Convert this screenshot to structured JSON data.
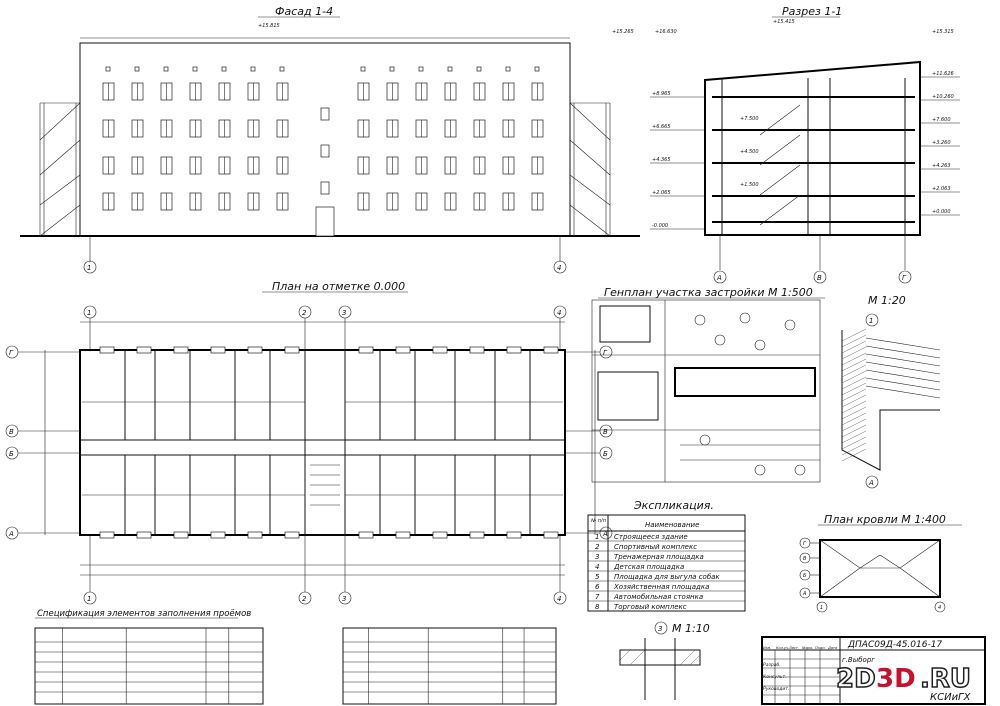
{
  "titles": {
    "facade": "Фасад 1-4",
    "section": "Разрез 1-1",
    "plan": "План на отметке 0.000",
    "genplan": "Генплан участка застройки М 1:500",
    "detail_20": "М 1:20",
    "roof_plan": "План кровли М 1:400",
    "explication": "Экспликация.",
    "spec": "Спецификация элементов заполнения проёмов",
    "detail_10": "М 1:10"
  },
  "explication": {
    "head_num": "№ п/п",
    "head_name": "Наименование",
    "rows": [
      {
        "n": "1",
        "name": "Строящееся здание"
      },
      {
        "n": "2",
        "name": "Спортивный комплекс"
      },
      {
        "n": "3",
        "name": "Тренажерная площадка"
      },
      {
        "n": "4",
        "name": "Детская площадка"
      },
      {
        "n": "5",
        "name": "Площадка для выгула собак"
      },
      {
        "n": "6",
        "name": "Хозяйственная площадка"
      },
      {
        "n": "7",
        "name": "Автомобильная стоянка"
      },
      {
        "n": "8",
        "name": "Торговый комплекс"
      }
    ]
  },
  "axes": {
    "facade": [
      "1",
      "4"
    ],
    "section": [
      "А",
      "В",
      "Г"
    ],
    "plan_top": [
      "1",
      "2",
      "3",
      "4"
    ],
    "plan_bottom": [
      "1",
      "2",
      "3",
      "4"
    ],
    "plan_left": [
      "Г",
      "В",
      "Б",
      "А"
    ],
    "plan_right": [
      "Г",
      "В",
      "Б",
      "А"
    ],
    "roof_left": [
      "Г",
      "В",
      "Б",
      "А"
    ],
    "roof_bottom": [
      "1",
      "4"
    ],
    "detail20": [
      "1",
      "А"
    ],
    "detail10": "3"
  },
  "levels": {
    "facade_top": "+15.815",
    "facade_right": "+15.265",
    "section_top_left": "+16.630",
    "section_top_mid": "+15.415",
    "section_right_top": "+15.315",
    "section_left": [
      "+8.965",
      "+6.665",
      "+4.365",
      "+2.065",
      "-0.000"
    ],
    "section_mid": [
      "+7.500",
      "+4.500",
      "+1.500"
    ],
    "section_right": [
      "+11.626",
      "+10.260",
      "+7.600",
      "+3.260",
      "+4.263",
      "+2.063",
      "+0.000"
    ]
  },
  "stamp": {
    "code": "ДПАС09Д-45.016-17",
    "city": "г.Выборг",
    "org": "КСИиГХ",
    "roles": [
      "Изм.",
      "Кол.уч.",
      "Лист",
      "№док.",
      "Подп.",
      "Дата",
      "Разраб.",
      "Консульт.",
      "Руководит."
    ]
  },
  "watermark": {
    "a": "2D",
    "b": "3D",
    ".ru": ".RU"
  }
}
